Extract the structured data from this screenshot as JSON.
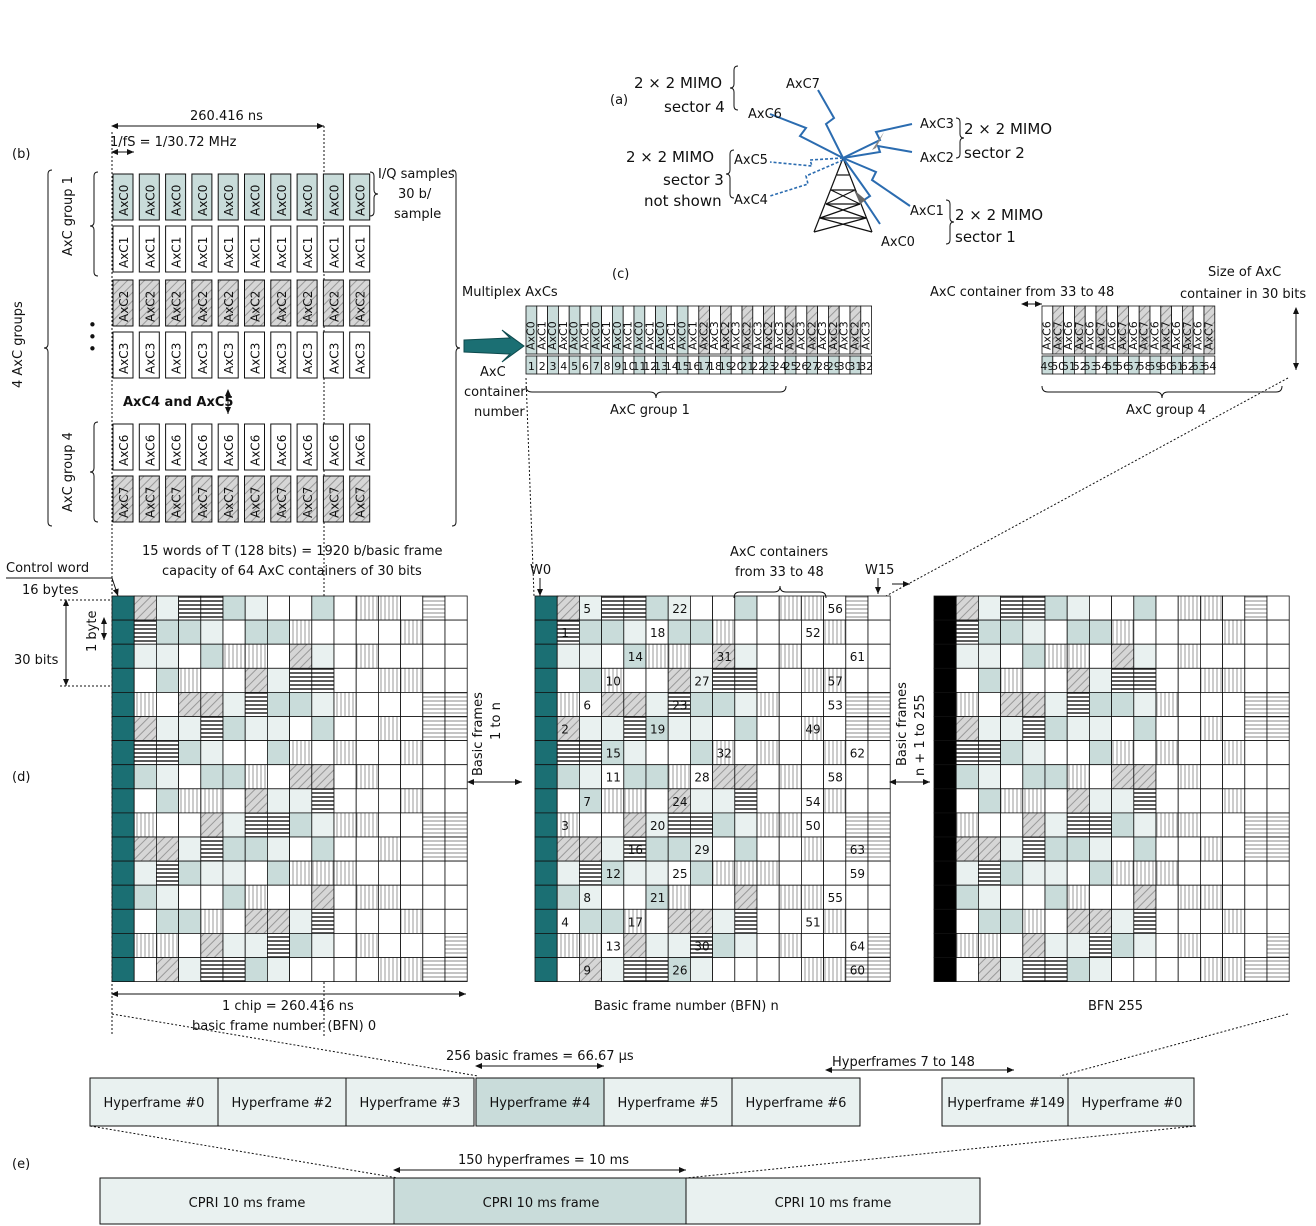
{
  "labels": {
    "a": "(a)",
    "b": "(b)",
    "c": "(c)",
    "d": "(d)",
    "e": "(e)"
  },
  "antenna": {
    "mimo4": "2 × 2 MIMO",
    "sector4": "sector 4",
    "mimo2": "2 × 2 MIMO",
    "sector2": "sector 2",
    "mimo3": "2 × 2 MIMO",
    "sector3": "sector 3",
    "not_shown": "not shown",
    "mimo1": "2 × 2 MIMO",
    "sector1": "sector 1",
    "axc": [
      "AxC0",
      "AxC1",
      "AxC2",
      "AxC3",
      "AxC4",
      "AxC5",
      "AxC6",
      "AxC7"
    ]
  },
  "part_b": {
    "period": "260.416 ns",
    "fs": "1/fS = 1/30.72 MHz",
    "iq1": "I/Q samples",
    "iq2": "30 b/",
    "iq3": "sample",
    "group1": "AxC group 1",
    "group4": "AxC group 4",
    "groups4": "4 AxC groups",
    "axc45": "AxC4 and AxC5",
    "dots": "•",
    "rows": [
      "AxC0",
      "AxC1",
      "AxC2",
      "AxC3",
      "AxC6",
      "AxC7"
    ]
  },
  "part_c": {
    "multiplex": "Multiplex AxCs",
    "container_number": [
      "AxC",
      "container",
      "number"
    ],
    "from33": "AxC container from 33 to 48",
    "size1": "Size of AxC",
    "size2": "container in 30 bits",
    "group1": "AxC group 1",
    "group4": "AxC group 4",
    "row1_left": [
      "AxC0",
      "AxC1",
      "AxC0",
      "AxC1",
      "AxC0",
      "AxC1",
      "AxC0",
      "AxC1",
      "AxC0",
      "AxC1",
      "AxC0",
      "AxC1",
      "AxC0",
      "AxC1",
      "AxC0",
      "AxC1",
      "AxC2",
      "AxC3",
      "AxC2",
      "AxC3",
      "AxC2",
      "AxC3",
      "AxC2",
      "AxC3",
      "AxC2",
      "AxC3",
      "AxC2",
      "AxC3",
      "AxC2",
      "AxC3",
      "AxC2",
      "AxC3"
    ],
    "row1_right": [
      "AxC6",
      "AxC7",
      "AxC6",
      "AxC7",
      "AxC6",
      "AxC7",
      "AxC6",
      "AxC7",
      "AxC6",
      "AxC7",
      "AxC6",
      "AxC7",
      "AxC6",
      "AxC7",
      "AxC6",
      "AxC7"
    ],
    "nums_left": [
      "1",
      "2",
      "3",
      "4",
      "5",
      "6",
      "7",
      "8",
      "9",
      "10",
      "11",
      "12",
      "13",
      "14",
      "15",
      "16",
      "17",
      "18",
      "19",
      "20",
      "21",
      "22",
      "23",
      "24",
      "25",
      "26",
      "27",
      "28",
      "29",
      "30",
      "31",
      "32"
    ],
    "nums_right": [
      "49",
      "50",
      "51",
      "52",
      "53",
      "54",
      "55",
      "56",
      "57",
      "58",
      "59",
      "60",
      "61",
      "62",
      "63",
      "64"
    ]
  },
  "part_d": {
    "control1": "Control word",
    "control2": "16 bytes",
    "onebyte": "1 byte",
    "thirty": "30 bits",
    "words": "15 words of T (128 bits) = 1920 b/basic frame",
    "capacity": "capacity of 64 AxC containers of 30 bits",
    "chip": "1 chip = 260.416 ns",
    "bfn0": "basic frame number (BFN) 0",
    "basic1": "Basic frames",
    "basic2": "1 to n",
    "w0": "W0",
    "w15": "W15",
    "from33a": "AxC containers",
    "from33b": "from 33 to 48",
    "bfnn": "Basic frame number (BFN) n",
    "basic3": "Basic frames",
    "basic4": "n + 1 to 255",
    "bfn255": "BFN 255",
    "mid_numbers": [
      "5",
      "22",
      "56",
      "1",
      "18",
      "52",
      "14",
      "31",
      "61",
      "10",
      "27",
      "57",
      "6",
      "23",
      "53",
      "2",
      "19",
      "49",
      "15",
      "32",
      "62",
      "11",
      "28",
      "58",
      "7",
      "24",
      "54",
      "3",
      "20",
      "50",
      "16",
      "29",
      "63",
      "12",
      "25",
      "59",
      "8",
      "21",
      "55",
      "4",
      "17",
      "51",
      "13",
      "30",
      "64",
      "9",
      "26",
      "60"
    ]
  },
  "hyper": {
    "basic256": "256 basic frames = 66.67 µs",
    "frames7": "Hyperframes 7 to 148",
    "boxes": [
      "Hyperframe #0",
      "Hyperframe #2",
      "Hyperframe #3",
      "Hyperframe #4",
      "Hyperframe #5",
      "Hyperframe #6",
      "Hyperframe #149",
      "Hyperframe #0"
    ]
  },
  "cpri": {
    "h150": "150 hyperframes = 10 ms",
    "boxes": [
      "CPRI 10 ms frame",
      "CPRI 10 ms frame",
      "CPRI 10 ms frame"
    ]
  },
  "colors": {
    "teal": "#1b6f73",
    "tealLight": "#c9dcda",
    "tealPale": "#e9f1f0",
    "blue": "#2b6cb0"
  }
}
